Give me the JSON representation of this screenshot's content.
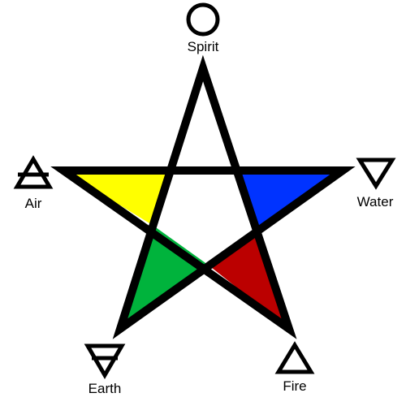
{
  "elements": {
    "spirit": {
      "label": "Spirit",
      "symbol": "circle-icon"
    },
    "water": {
      "label": "Water",
      "symbol": "water-triangle-icon",
      "color": "#0033ff"
    },
    "fire": {
      "label": "Fire",
      "symbol": "fire-triangle-icon",
      "color": "#bb0000"
    },
    "earth": {
      "label": "Earth",
      "symbol": "earth-triangle-icon",
      "color": "#00b33c"
    },
    "air": {
      "label": "Air",
      "symbol": "air-triangle-icon",
      "color": "#ffff00"
    }
  },
  "star": {
    "stroke_color": "#000000",
    "center_color": "#ffffff"
  }
}
